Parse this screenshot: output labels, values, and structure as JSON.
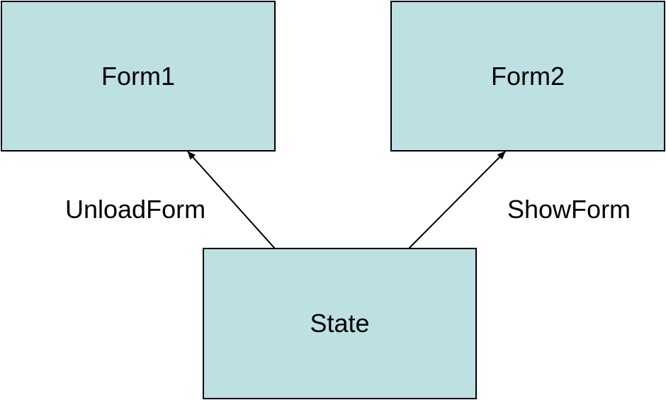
{
  "diagram": {
    "nodes": {
      "form1": "Form1",
      "form2": "Form2",
      "state": "State"
    },
    "edges": [
      {
        "from": "State",
        "to": "Form1",
        "label": "UnloadForm"
      },
      {
        "from": "State",
        "to": "Form2",
        "label": "ShowForm"
      }
    ],
    "colors": {
      "node_fill": "#bde0e3",
      "node_border": "#000000",
      "arrow": "#000000"
    }
  }
}
